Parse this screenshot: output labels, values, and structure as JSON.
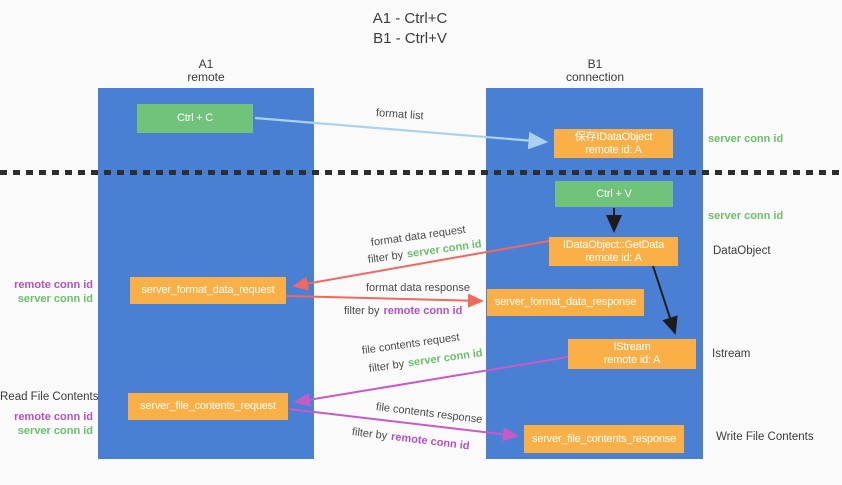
{
  "title": {
    "line1": "A1 - Ctrl+C",
    "line2": "B1 - Ctrl+V"
  },
  "columns": {
    "left": {
      "name": "A1",
      "role": "remote"
    },
    "right": {
      "name": "B1",
      "role": "connection"
    }
  },
  "nodes": {
    "ctrl_c": "Ctrl + C",
    "ctrl_v": "Ctrl + V",
    "save_idataobject": {
      "title": "保存IDataObject",
      "subtitle": "remote id: A"
    },
    "getdata": {
      "title": "IDataObject::GetData",
      "subtitle": "remote id: A"
    },
    "istream": {
      "title": "IStream",
      "subtitle": "remote id: A"
    },
    "format_request": "server_format_data_request",
    "format_response": "server_format_data_response",
    "file_request": "server_file_contents_request",
    "file_response": "server_file_contents_response"
  },
  "edge_labels": {
    "format_list": "format list",
    "format_data_request": "format data request",
    "format_data_response": "format data response",
    "file_contents_request": "file contents request",
    "file_contents_response": "file contents response",
    "filter_by": "filter by",
    "server_conn_id": "server conn id",
    "remote_conn_id": "remote conn id"
  },
  "side_labels": {
    "server_conn_id": "server conn id",
    "remote_conn_id": "remote conn id",
    "read_file_contents": "Read File Contents",
    "write_file_contents": "Write File Contents",
    "dataobject": "DataObject",
    "istream": "Istream"
  },
  "colors": {
    "column_blue": "#4A80D4",
    "box_orange": "#FAB046",
    "box_green": "#71C27A",
    "arrow_salmon": "#F0695F",
    "arrow_magenta": "#C85AC8",
    "arrow_lightblue": "#AAD2F0",
    "arrow_black": "#1C1C1C",
    "text_green": "#6CBF6C",
    "text_purple": "#B450C8",
    "text_dark": "#3B3B3B",
    "dotted_line": "#2E2E2E",
    "background": "#FAFAFA"
  }
}
